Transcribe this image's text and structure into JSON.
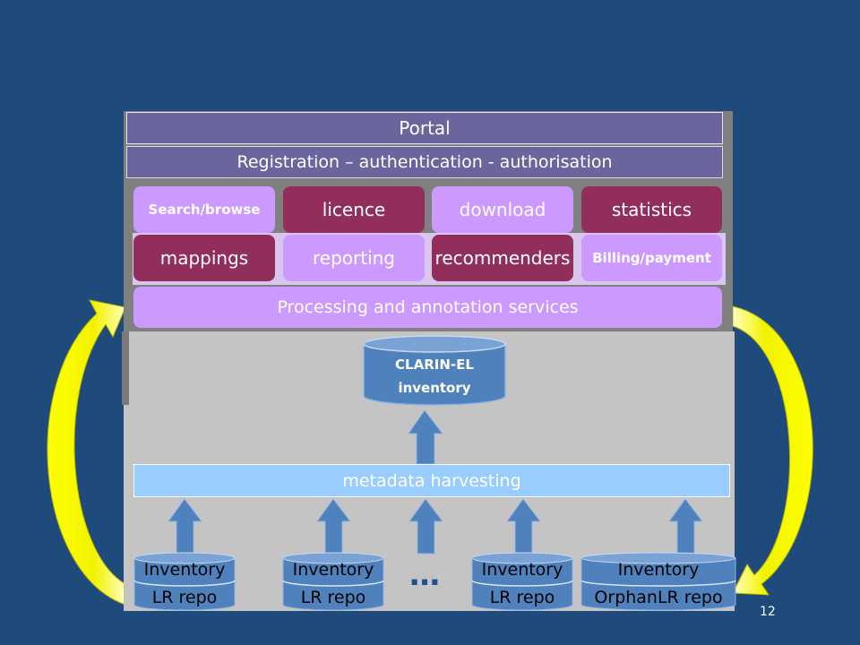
{
  "header": {
    "portal_label": "Portal",
    "auth_label": "Registration – authentication - authorisation"
  },
  "services_row1": [
    {
      "label": "Search/browse",
      "style": "light"
    },
    {
      "label": "licence",
      "style": "dark"
    },
    {
      "label": "download",
      "style": "light"
    },
    {
      "label": "statistics",
      "style": "dark"
    }
  ],
  "services_row2": [
    {
      "label": "mappings",
      "style": "dark"
    },
    {
      "label": "reporting",
      "style": "light"
    },
    {
      "label": "recommenders",
      "style": "dark"
    },
    {
      "label": "Billing/payment",
      "style": "light"
    }
  ],
  "processing_label": "Processing and annotation services",
  "inventory_db": {
    "line1": "CLARIN-EL",
    "line2": "inventory"
  },
  "harvesting_label": "metadata harvesting",
  "repos": [
    {
      "top": "Inventory",
      "bottom": "LR repo"
    },
    {
      "top": "Inventory",
      "bottom": "LR repo"
    },
    {
      "top": "Inventory",
      "bottom": "LR repo"
    },
    {
      "top": "Inventory",
      "bottom": "OrphanLR repo"
    }
  ],
  "ellipsis": "…",
  "page_number": "12",
  "colors": {
    "background": "#1f4a7c",
    "header_bar": "#6a659c",
    "service_light": "#cc99ff",
    "service_dark": "#922e5c",
    "harvesting": "#99ccff",
    "cylinder": "#4f81bd",
    "cycle_arrow": "#ffff00"
  }
}
